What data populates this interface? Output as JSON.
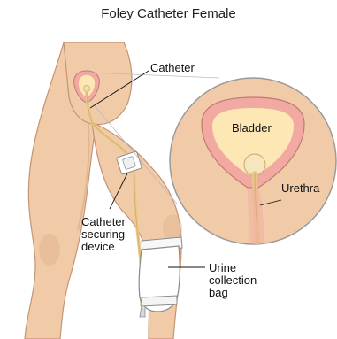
{
  "title": "Foley Catheter Female",
  "labels": {
    "catheter": "Catheter",
    "bladder": "Bladder",
    "urethra": "Urethra",
    "securing_device": [
      "Catheter",
      "securing",
      "device"
    ],
    "urine_bag": [
      "Urine",
      "collection",
      "bag"
    ]
  },
  "colors": {
    "skin": "#f1cba8",
    "skin_shadow": "#e2b48f",
    "outline": "#c49473",
    "bladder_tissue": "#f2a9a2",
    "bladder_inner": "#fde7b4",
    "tube": "#e9c98a",
    "bag": "#ffffff"
  }
}
